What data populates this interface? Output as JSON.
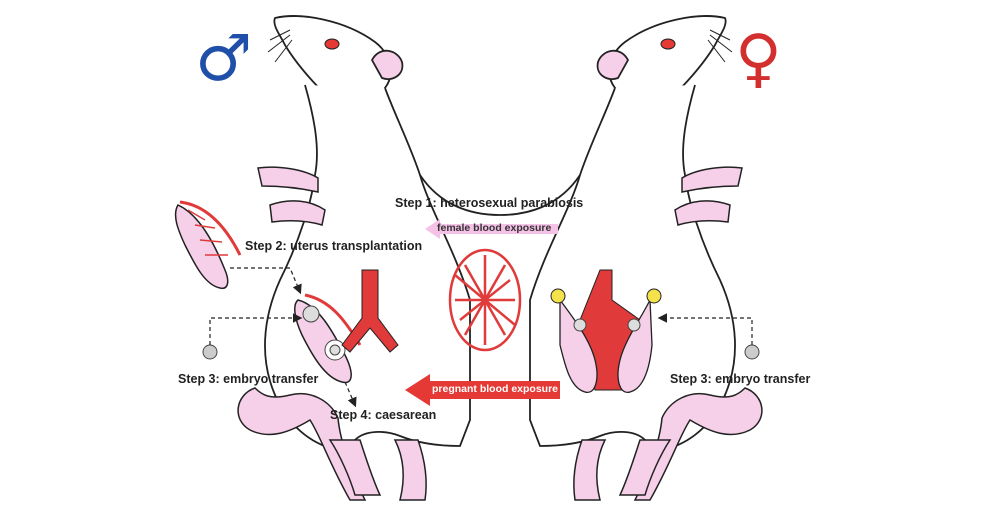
{
  "symbols": {
    "male_symbol": "♂",
    "female_symbol": "♀",
    "male_color": "#1f4fa8",
    "female_color": "#d32f2f"
  },
  "labels": {
    "step1": "Step 1: heterosexual parabiosis",
    "step2": "Step 2: uterus transplantation",
    "step3_left": "Step 3: embryo transfer",
    "step3_right": "Step 3: embryo transfer",
    "step4": "Step 4: caesarean"
  },
  "arrows": {
    "female_blood": "female blood exposure",
    "pregnant_blood": "pregnant blood exposure"
  },
  "colors": {
    "skin": "#f6cfe8",
    "vessel": "#e03a3a",
    "outline": "#222222",
    "arrow_light": "#f4c2e6",
    "arrow_strong": "#e53935",
    "ovary": "#f3e24a"
  }
}
